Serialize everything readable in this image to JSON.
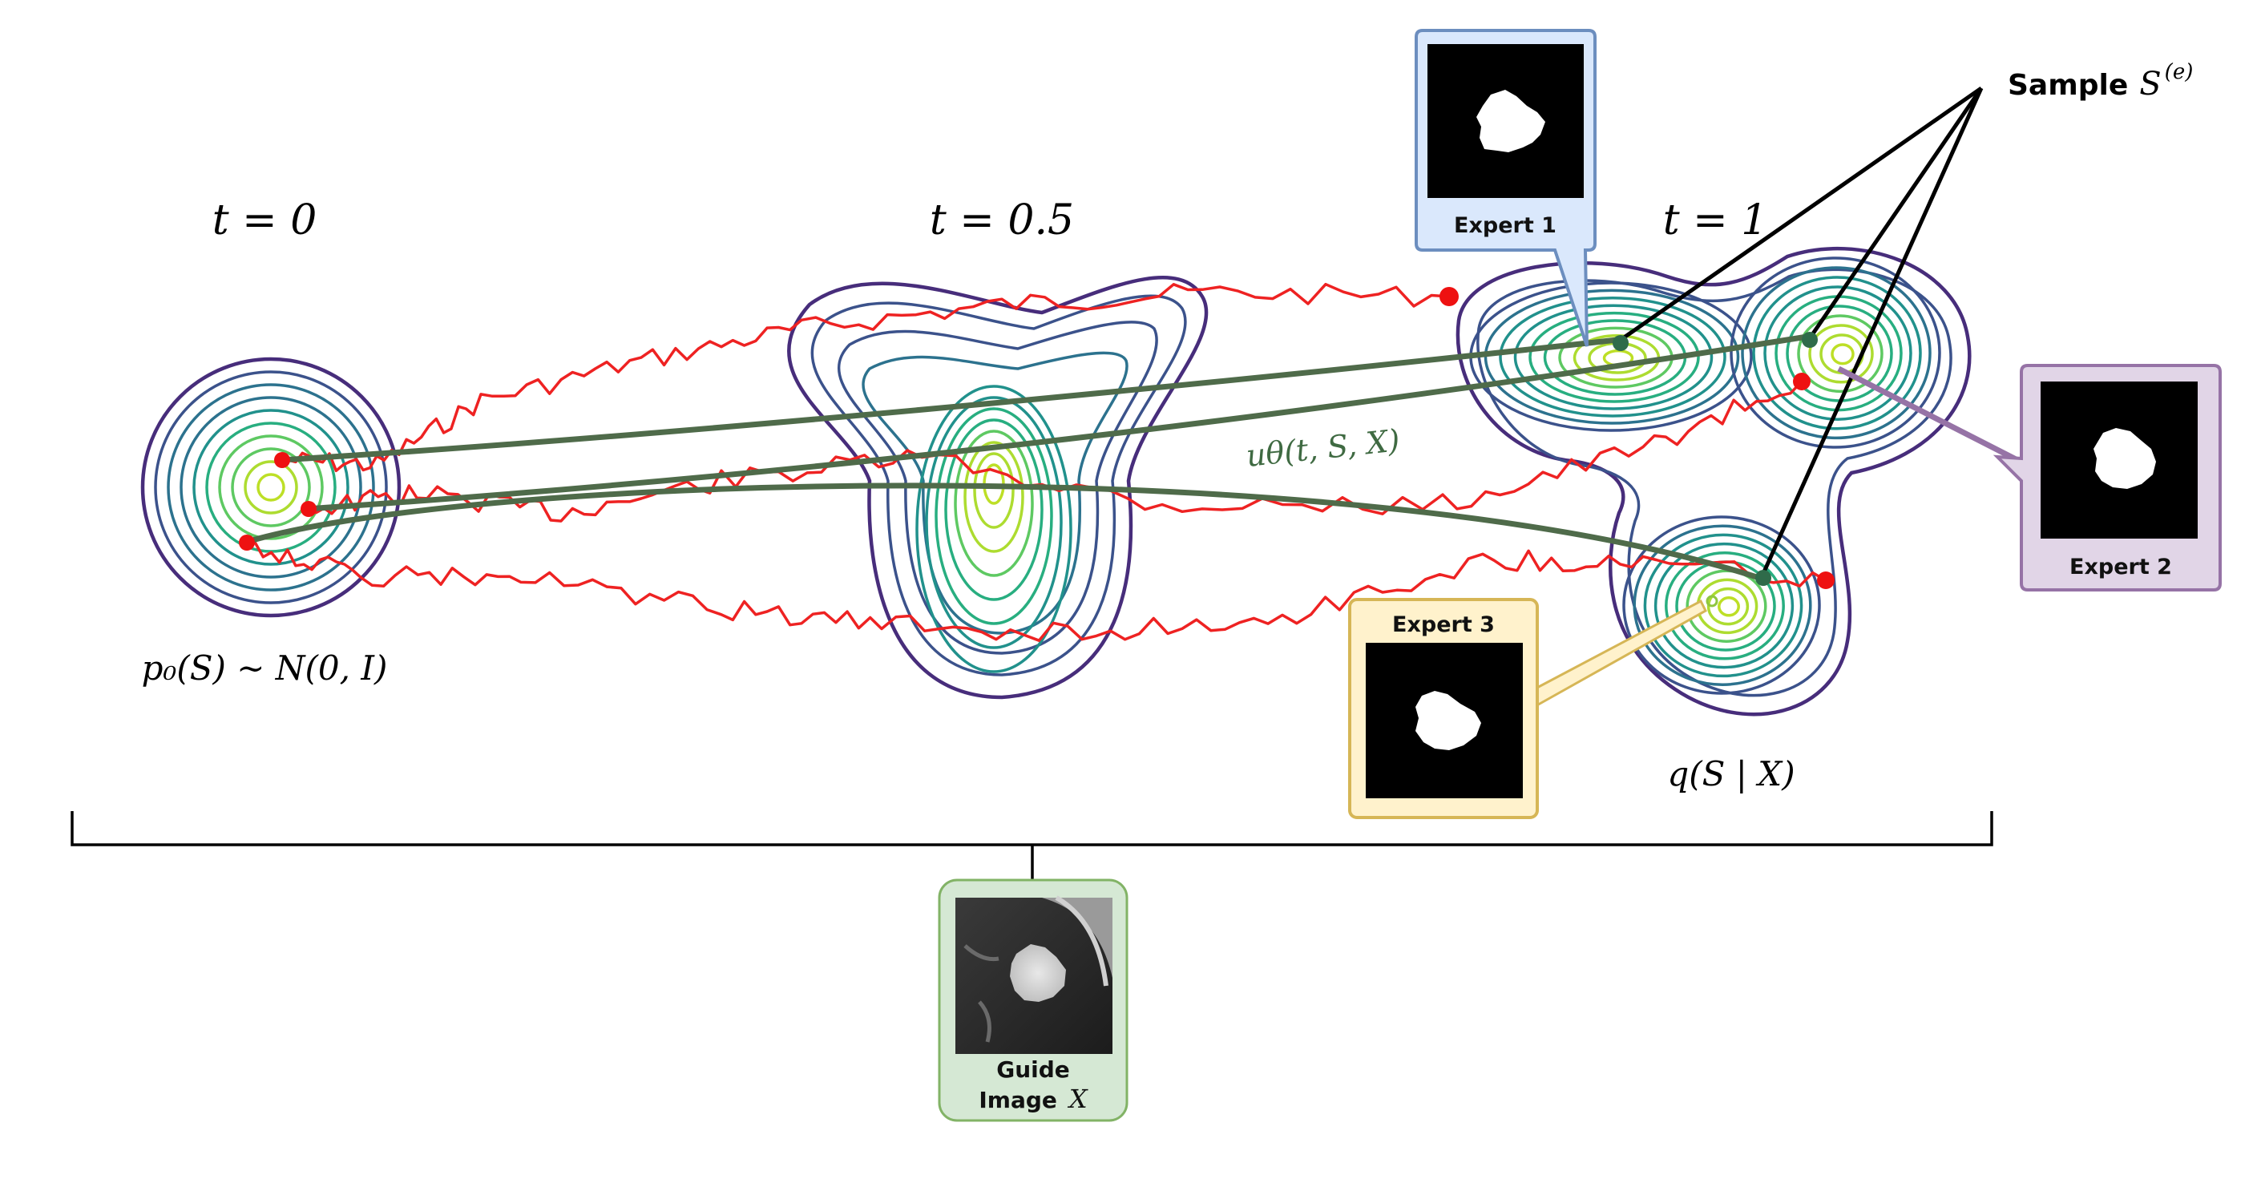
{
  "diagram": {
    "time_labels": {
      "t0": "t = 0",
      "t_half": "t = 0.5",
      "t1": "t = 1"
    },
    "prior_label": "p₀(S) ~ N(0, I)",
    "target_label": "q(S | X)",
    "velocity_label": "uθ(t, S, X)",
    "sample_label": {
      "prefix": "Sample",
      "symbol": "S",
      "superscript": "(e)"
    },
    "experts": [
      {
        "label": "Expert 1",
        "accent": "#6c8ebf",
        "fill": "#dae8fc"
      },
      {
        "label": "Expert 2",
        "accent": "#9673a6",
        "fill": "#e1d5e7"
      },
      {
        "label": "Expert 3",
        "accent": "#d6b656",
        "fill": "#fff2cc"
      }
    ],
    "guide": {
      "line1": "Guide",
      "line2_text": "Image",
      "line2_symbol": "X",
      "accent": "#82b366",
      "fill": "#d5e8d4"
    },
    "colors": {
      "stochastic_path": "#ee2222",
      "flow_path": "#4f6b4a",
      "contour_outer": "#472d7b",
      "contour_inner": "#bddf26",
      "sample_point": "#2f6b4a",
      "endpoint": "#ee1111"
    }
  }
}
